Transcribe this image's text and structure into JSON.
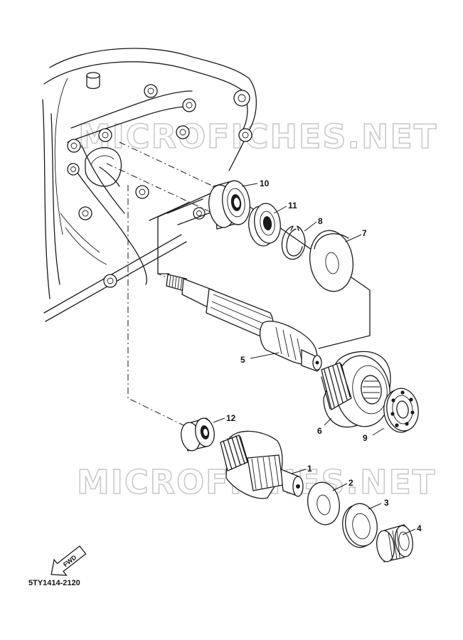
{
  "watermarks": [
    "MICROFICHES.NET",
    "MICROFICHES.NET"
  ],
  "diagram_code": "5TY1414-2120",
  "fwd_label": "FWD",
  "callouts": {
    "p1": "1",
    "p2": "2",
    "p3": "3",
    "p4": "4",
    "p5": "5",
    "p6": "6",
    "p7": "7",
    "p8": "8",
    "p9": "9",
    "p10": "10",
    "p11": "11",
    "p12": "12"
  }
}
